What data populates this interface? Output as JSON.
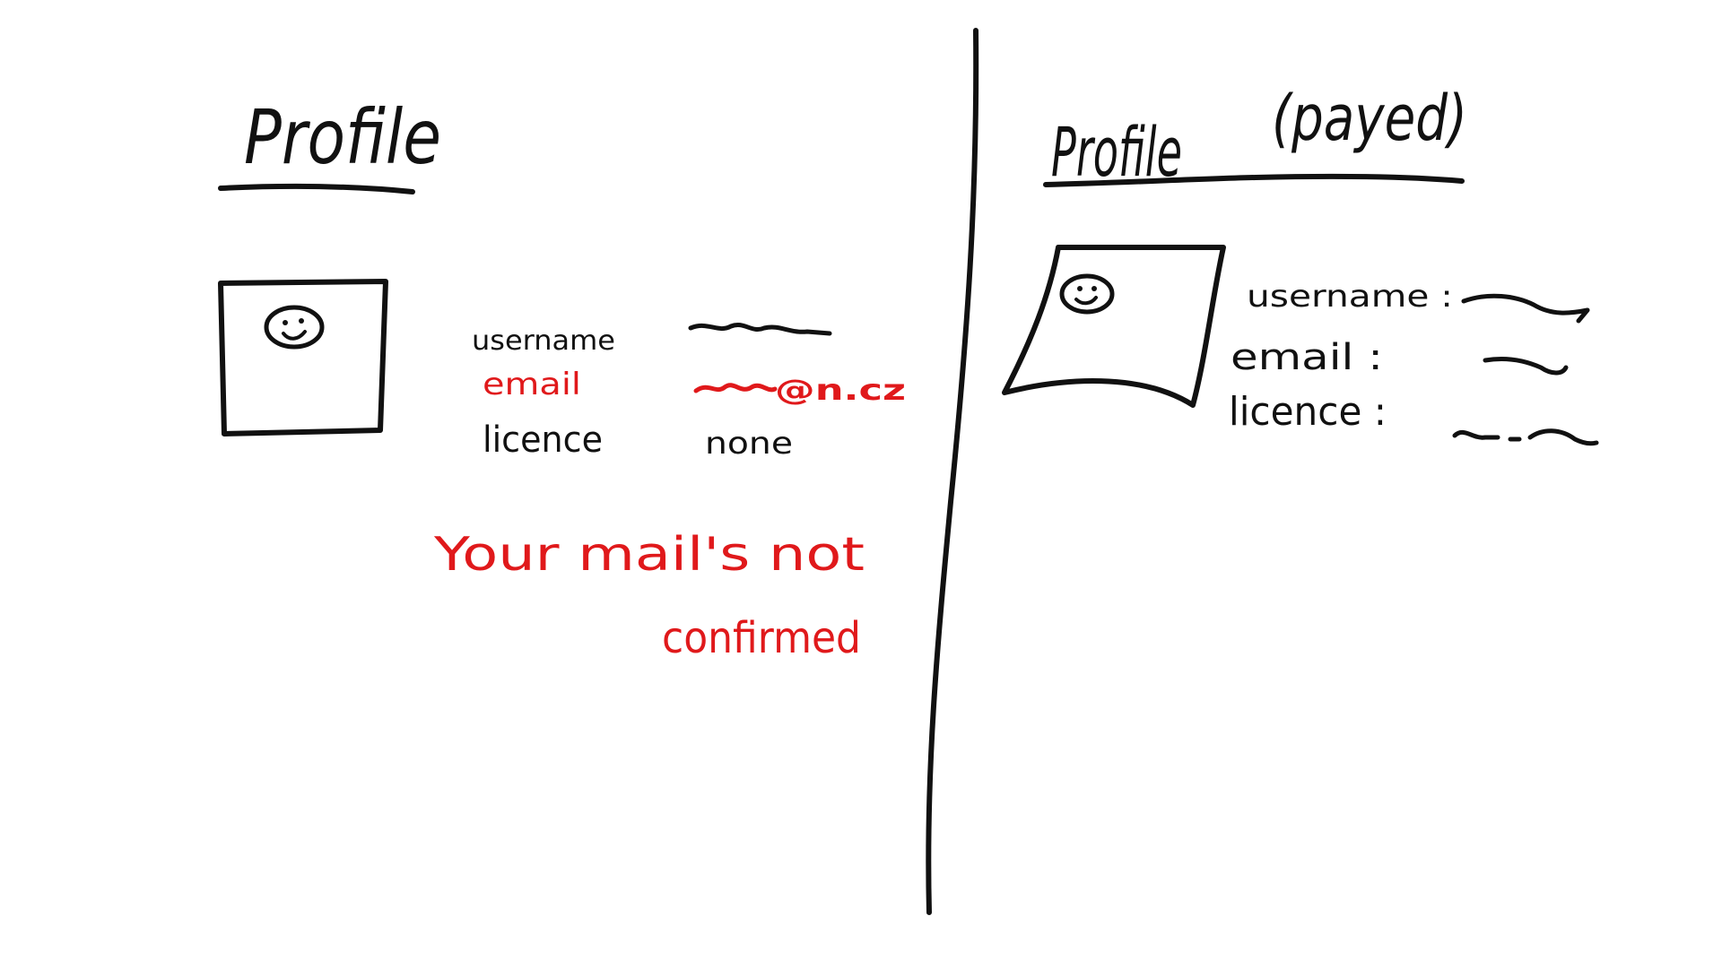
{
  "colors": {
    "ink": "#111111",
    "alert": "#e0191b",
    "background": "#ffffff"
  },
  "free_profile": {
    "title": "Profile",
    "fields": [
      {
        "label": "username",
        "value": "",
        "value_style": "scribble"
      },
      {
        "label": "email",
        "value": "@n.cz",
        "value_style": "scribble-prefix"
      },
      {
        "label": "licence",
        "value": "none",
        "value_style": "text"
      }
    ],
    "warning": {
      "line1": "Your mail's not",
      "line2": "confirmed"
    },
    "avatar_icon": "smiley-face-icon"
  },
  "paid_profile": {
    "title": "Profile",
    "badge": "(payed)",
    "fields": [
      {
        "label": "username :",
        "value": "",
        "value_style": "scribble"
      },
      {
        "label": "email :",
        "value": "",
        "value_style": "scribble"
      },
      {
        "label": "licence :",
        "value": "",
        "value_style": "scribble"
      }
    ],
    "avatar_icon": "smiley-face-icon"
  }
}
